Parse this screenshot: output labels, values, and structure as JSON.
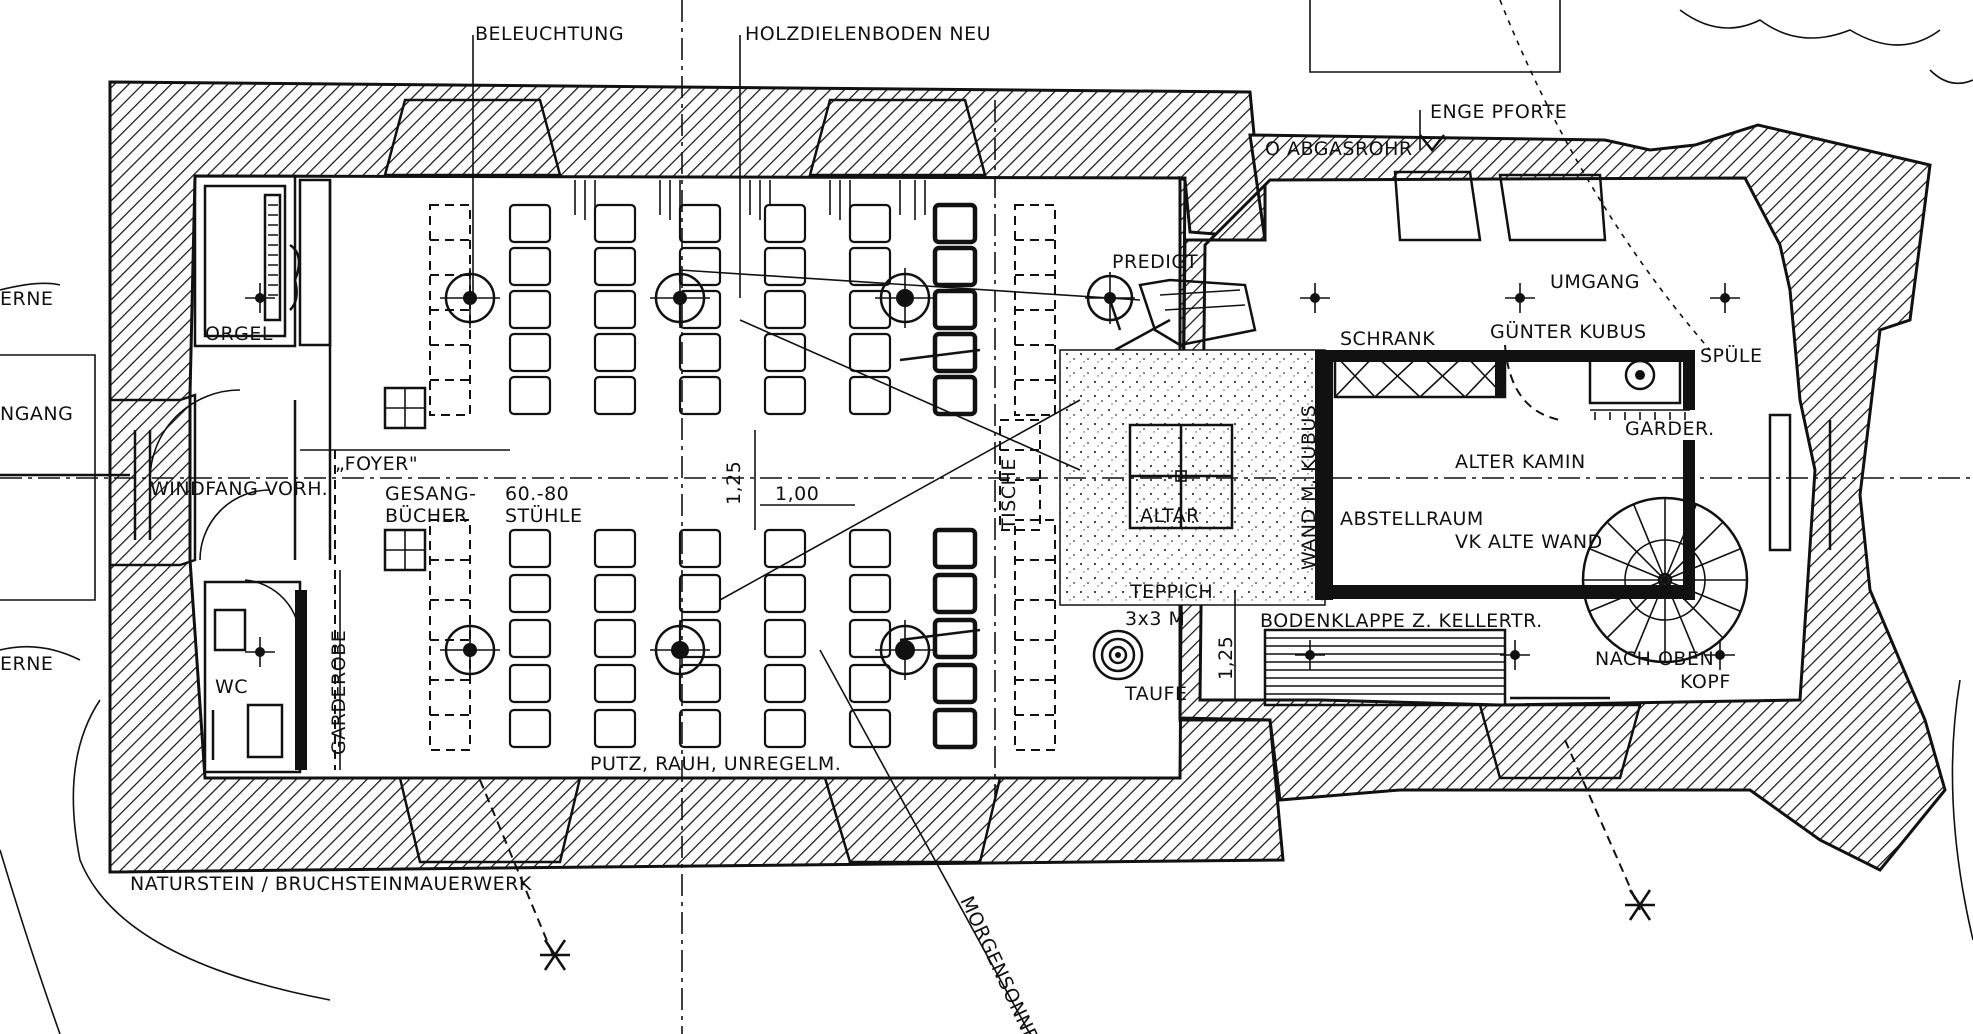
{
  "labels": {
    "beleuchtung": "BELEUCHTUNG",
    "holzdielen": "HOLZDIELENBODEN NEU",
    "abgasrohr": "O ABGASROHR",
    "enge_pforte": "ENGE PFORTE",
    "predigt": "PREDIGT",
    "umgang_right": "UMGANG",
    "schrank": "SCHRANK",
    "gunter_kubus": "GÜNTER KUBUS",
    "spule": "SPÜLE",
    "garder": "GARDER.",
    "alter_kamin": "ALTER KAMIN",
    "abstellraum": "ABSTELLRAUM",
    "vk_alte_wand": "VK ALTE WAND",
    "altar": "ALTAR",
    "wand_kubus": "WAND M. KUBUS",
    "teppich": "TEPPICH",
    "teppich_size": "3x3 M",
    "bodenklappe": "BODENKLAPPE Z. KELLERTR.",
    "taufe": "TAUFE",
    "dim_125_b": "1,25",
    "nach_oben": "NACH OBEN",
    "kopf": "KOPF",
    "orgel": "ORGEL",
    "foyer": "„FOYER\"",
    "windfang": "WINDFANG VORH.",
    "gesang": "GESANG-",
    "bucher": "BÜCHER",
    "stuhle_count": "60.-80",
    "stuhle": "STÜHLE",
    "dim_125": "1,25",
    "dim_100": "1,00",
    "tische": "TISCHE",
    "wc": "WC",
    "garderobe": "GARDEROBE",
    "putz": "PUTZ, RAUH, UNREGELM.",
    "naturstein": "NATURSTEIN / BRUCHSTEINMAUERWERK",
    "morgensonne": "MORGENSONNE",
    "erne_top": "ERNE",
    "ngang_left": "NGANG",
    "erne_bottom": "ERNE"
  }
}
